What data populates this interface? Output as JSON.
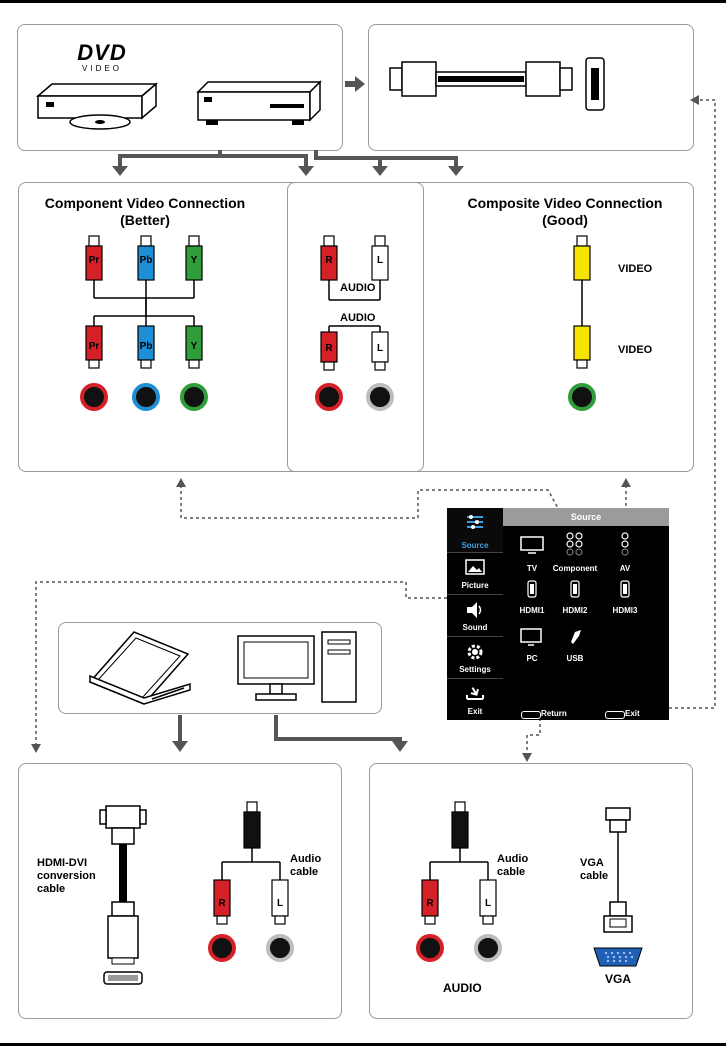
{
  "logo": {
    "brand": "DVD",
    "sub": "VIDEO"
  },
  "component": {
    "title_line1": "Component Video Connection",
    "title_line2": "(Better)",
    "plugs": [
      "Pr",
      "Pb",
      "Y"
    ]
  },
  "audio": {
    "label_top": "AUDIO",
    "label_bottom": "AUDIO",
    "plugs": [
      "R",
      "L"
    ]
  },
  "composite": {
    "title_line1": "Composite Video Connection",
    "title_line2": "(Good)",
    "video_top": "VIDEO",
    "video_bottom": "VIDEO"
  },
  "menu": {
    "header": "Source",
    "tabs": [
      "Source",
      "Picture",
      "Sound",
      "Settings",
      "Exit"
    ],
    "items": [
      "TV",
      "Component",
      "AV",
      "HDMI1",
      "HDMI2",
      "HDMI3",
      "PC",
      "USB"
    ],
    "return_label": "Return",
    "exit_label": "Exit"
  },
  "pc_left": {
    "hdmi_dvi_line1": "HDMI-DVI",
    "hdmi_dvi_line2": "conversion",
    "hdmi_dvi_line3": "cable",
    "audio_line1": "Audio",
    "audio_line2": "cable"
  },
  "pc_right": {
    "audio_line1": "Audio",
    "audio_line2": "cable",
    "vga_line1": "VGA",
    "vga_line2": "cable",
    "vga_port": "VGA",
    "audio_caption": "AUDIO"
  },
  "colors": {
    "red": "#d62027",
    "blue": "#1e8fd6",
    "green": "#2f9e3a",
    "yellow": "#f5e400",
    "arrow": "#555555",
    "vga": "#1f5fb5"
  }
}
